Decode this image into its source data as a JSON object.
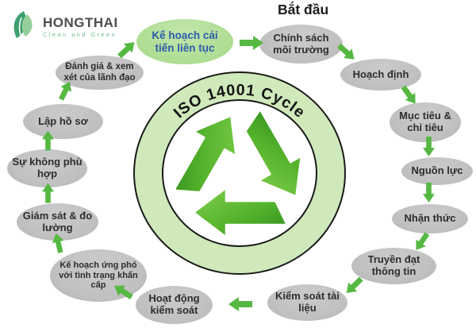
{
  "logo": {
    "brand": "HONGTHAI",
    "tagline": "Clean and Green"
  },
  "start_label": "Bắt đầu",
  "center": {
    "ring_label": "ISO 14001 Cycle"
  },
  "colors": {
    "ring_green": "#cfe9bb",
    "node_gray": "#c0c0c0",
    "node_green": "#aedd93",
    "arrow_green": "#56b843",
    "green_node_text": "#2b5cab",
    "recycle_green_light": "#76c544",
    "recycle_green_dark": "#2f8f1e"
  },
  "nodes": [
    {
      "id": "ke-hoach-cai-tien",
      "label": "Kế hoạch cải tiến liên tục",
      "type": "green"
    },
    {
      "id": "chinh-sach",
      "label": "Chính sách môi trường",
      "type": "gray"
    },
    {
      "id": "hoach-dinh",
      "label": "Hoạch định",
      "type": "gray"
    },
    {
      "id": "muc-tieu",
      "label": "Mục tiêu & chỉ tiêu",
      "type": "gray"
    },
    {
      "id": "nguon-luc",
      "label": "Nguồn lực",
      "type": "gray"
    },
    {
      "id": "nhan-thuc",
      "label": "Nhận thức",
      "type": "gray"
    },
    {
      "id": "truyen-dat",
      "label": "Truyền đạt thông tin",
      "type": "gray"
    },
    {
      "id": "kiem-soat-tai-lieu",
      "label": "Kiểm soát tài liệu",
      "type": "gray"
    },
    {
      "id": "hoat-dong-kiem-soat",
      "label": "Hoạt động kiểm soát",
      "type": "gray"
    },
    {
      "id": "ke-hoach-ung-pho",
      "label": "Kế hoạch ứng phó với tình trạng khẩn cấp",
      "type": "gray"
    },
    {
      "id": "giam-sat",
      "label": "Giám sát & đo lường",
      "type": "gray"
    },
    {
      "id": "su-khong-phu-hop",
      "label": "Sự không phù hợp",
      "type": "gray"
    },
    {
      "id": "lap-ho-so",
      "label": "Lập hồ sơ",
      "type": "gray"
    },
    {
      "id": "danh-gia",
      "label": "Đánh giá & xem xét của lãnh đạo",
      "type": "gray"
    }
  ],
  "edges": [
    {
      "from": "Bắt đầu",
      "to": "Chính sách môi trường"
    },
    {
      "from": "Kế hoạch cải tiến liên tục",
      "to": "Chính sách môi trường"
    },
    {
      "from": "Chính sách môi trường",
      "to": "Hoạch định"
    },
    {
      "from": "Hoạch định",
      "to": "Mục tiêu & chỉ tiêu"
    },
    {
      "from": "Mục tiêu & chỉ tiêu",
      "to": "Nguồn lực"
    },
    {
      "from": "Nguồn lực",
      "to": "Nhận thức"
    },
    {
      "from": "Nhận thức",
      "to": "Truyền đạt thông tin"
    },
    {
      "from": "Truyền đạt thông tin",
      "to": "Kiểm soát tài liệu"
    },
    {
      "from": "Kiểm soát tài liệu",
      "to": "Hoạt động kiểm soát"
    },
    {
      "from": "Hoạt động kiểm soát",
      "to": "Kế hoạch ứng phó với tình trạng khẩn cấp"
    },
    {
      "from": "Kế hoạch ứng phó với tình trạng khẩn cấp",
      "to": "Giám sát & đo lường"
    },
    {
      "from": "Giám sát & đo lường",
      "to": "Sự không phù hợp"
    },
    {
      "from": "Sự không phù hợp",
      "to": "Lập hồ sơ"
    },
    {
      "from": "Lập hồ sơ",
      "to": "Đánh giá & xem xét của lãnh đạo"
    },
    {
      "from": "Đánh giá & xem xét của lãnh đạo",
      "to": "Kế hoạch cải tiến liên tục"
    }
  ]
}
